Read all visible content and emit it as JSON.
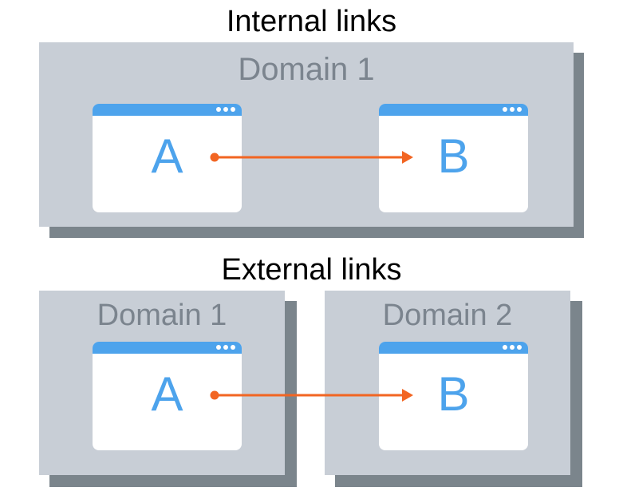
{
  "titles": {
    "internal": "Internal links",
    "external": "External links"
  },
  "internal": {
    "domain_label": "Domain 1",
    "page_a": "A",
    "page_b": "B"
  },
  "external": {
    "domain_1_label": "Domain 1",
    "domain_2_label": "Domain 2",
    "page_a": "A",
    "page_b": "B"
  },
  "colors": {
    "domain_fill": "#c8ced6",
    "domain_shadow": "#7b858c",
    "domain_label": "#7b848e",
    "window_bar": "#4da3ec",
    "page_letter": "#4da3ec",
    "arrow": "#f26522"
  },
  "icons": {
    "window_controls": "three-dots-icon",
    "arrow": "arrow-right-icon"
  }
}
